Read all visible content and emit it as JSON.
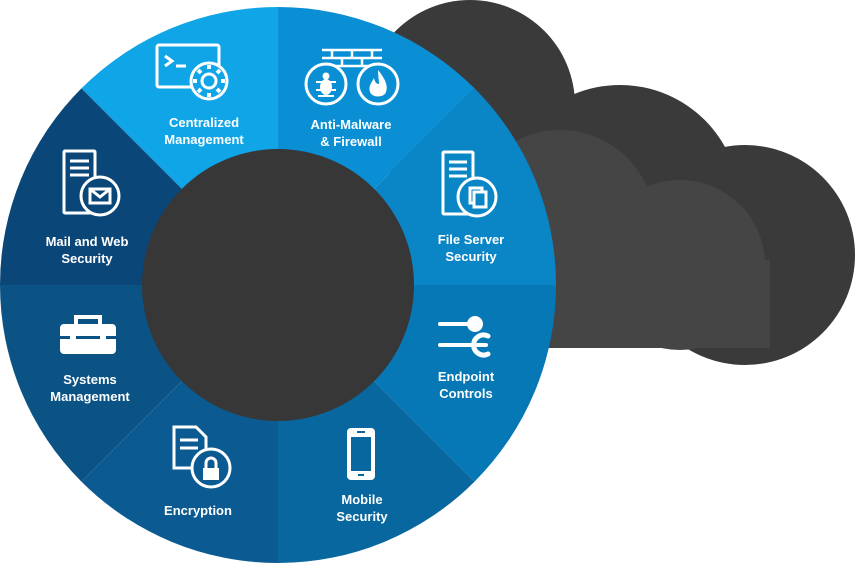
{
  "diagram": {
    "cloud_color": "#3a3a3a",
    "cloud_shade_color": "#454545",
    "hub_color": "#373737",
    "text_color": "#ffffff",
    "segments": [
      {
        "id": "centralized",
        "label_lines": [
          "Centralized",
          "Management"
        ],
        "icon": "console-gear-icon",
        "color": "#10a5e6"
      },
      {
        "id": "antimalware",
        "label_lines": [
          "Anti-Malware",
          "& Firewall"
        ],
        "icon": "firewall-bug-flame-icon",
        "color": "#0a8fd4"
      },
      {
        "id": "fileserver",
        "label_lines": [
          "File Server",
          "Security"
        ],
        "icon": "server-documents-icon",
        "color": "#0a86c6"
      },
      {
        "id": "endpoint",
        "label_lines": [
          "Endpoint",
          "Controls"
        ],
        "icon": "sliders-wrench-icon",
        "color": "#0778b6"
      },
      {
        "id": "mobile",
        "label_lines": [
          "Mobile",
          "Security"
        ],
        "icon": "smartphone-icon",
        "color": "#08679f"
      },
      {
        "id": "encryption",
        "label_lines": [
          "Encryption"
        ],
        "icon": "document-lock-icon",
        "color": "#0b5b92"
      },
      {
        "id": "systems",
        "label_lines": [
          "Systems",
          "Management"
        ],
        "icon": "toolbox-icon",
        "color": "#0c5385"
      },
      {
        "id": "mailweb",
        "label_lines": [
          "Mail and Web",
          "Security"
        ],
        "icon": "server-envelope-icon",
        "color": "#0a4678"
      }
    ]
  }
}
